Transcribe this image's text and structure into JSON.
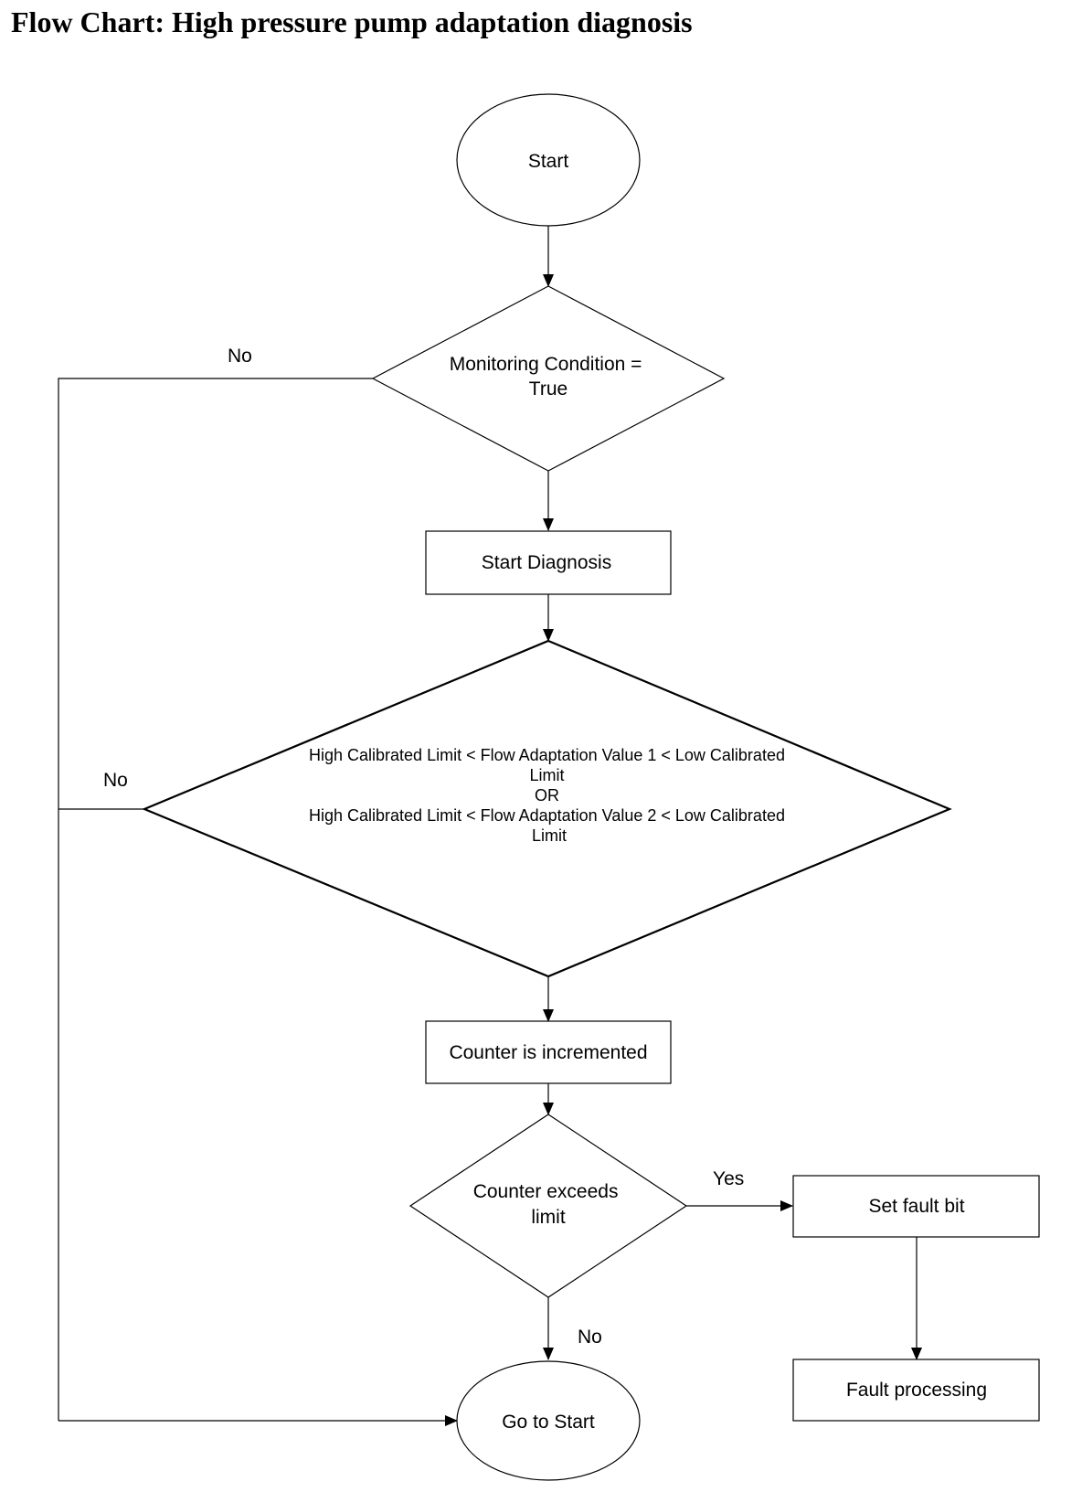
{
  "title": "Flow Chart: High pressure pump adaptation diagnosis",
  "nodes": {
    "start": "Start",
    "monitoring": [
      "Monitoring Condition =",
      "True"
    ],
    "start_diagnosis": "Start Diagnosis",
    "flow_check": [
      "High Calibrated Limit < Flow Adaptation Value 1 < Low Calibrated",
      "Limit",
      "OR",
      "High Calibrated Limit < Flow Adaptation Value 2 < Low Calibrated",
      "Limit"
    ],
    "counter_inc": "Counter is incremented",
    "counter_exceeds": [
      "Counter exceeds",
      "limit"
    ],
    "set_fault": "Set fault bit",
    "fault_processing": "Fault processing",
    "go_to_start": "Go to Start"
  },
  "edge_labels": {
    "monitoring_no": "No",
    "flow_check_no": "No",
    "counter_yes": "Yes",
    "counter_no": "No"
  },
  "colors": {
    "stroke": "#000000",
    "fill": "#ffffff",
    "text": "#000000"
  }
}
